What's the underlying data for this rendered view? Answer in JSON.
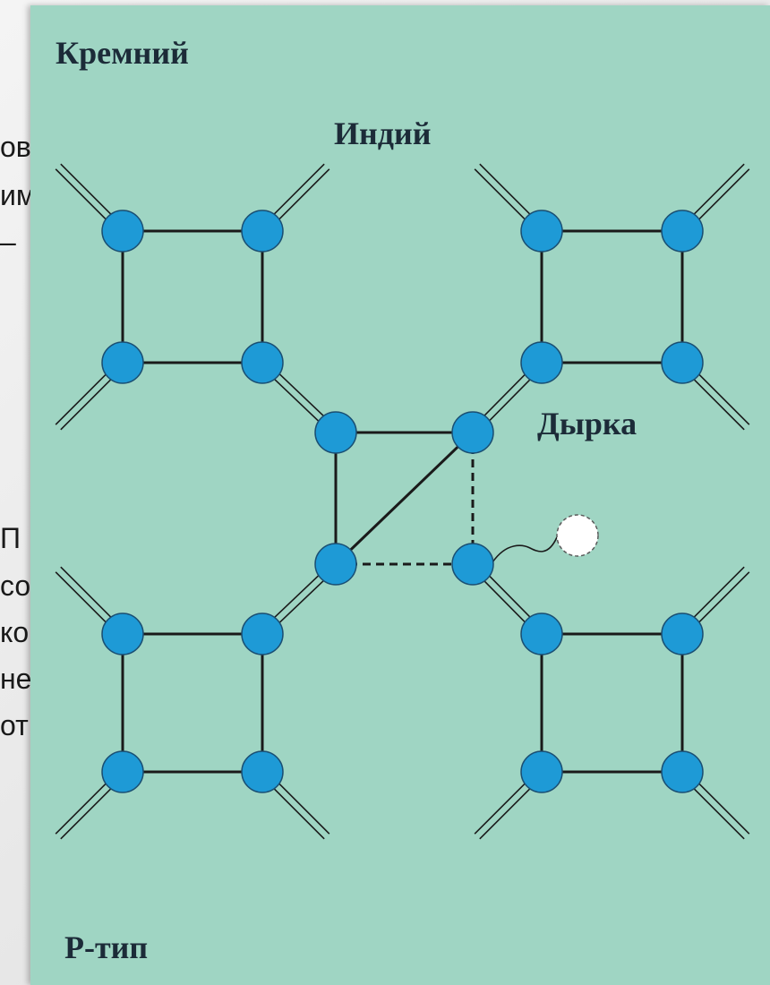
{
  "slide": {
    "text_fragments": [
      "ов",
      "им",
      "–",
      "П",
      "со",
      "ко",
      "не",
      "от"
    ]
  },
  "diagram": {
    "labels": {
      "silicon": "Кремний",
      "indium": "Индий",
      "hole": "Дырка",
      "type": "P-тип"
    },
    "colors": {
      "background": "#9fd5c3",
      "atom": "#1e9ad6",
      "atom_outline": "#1a4f73",
      "bond": "#1a1a1a",
      "hole": "#ffffff"
    }
  }
}
